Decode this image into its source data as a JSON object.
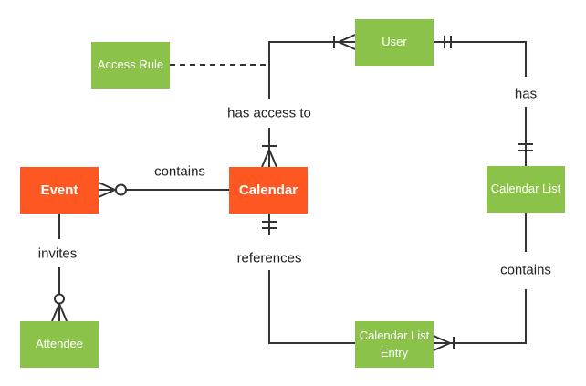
{
  "diagram": {
    "type": "entity-relationship",
    "notation": "crows-foot",
    "colors": {
      "entity_green": "#8BC34A",
      "entity_orange": "#FF5722",
      "line": "#333333",
      "label_text": "#212121",
      "background": "#ffffff"
    }
  },
  "entities": [
    {
      "id": "user",
      "label": "User",
      "color": "green"
    },
    {
      "id": "access-rule",
      "label": "Access Rule",
      "color": "green"
    },
    {
      "id": "event",
      "label": "Event",
      "color": "orange"
    },
    {
      "id": "calendar",
      "label": "Calendar",
      "color": "orange"
    },
    {
      "id": "calendar-list",
      "label": "Calendar List",
      "color": "green"
    },
    {
      "id": "calendar-list-entry",
      "label": "Calendar List Entry",
      "color": "green"
    },
    {
      "id": "attendee",
      "label": "Attendee",
      "color": "green"
    }
  ],
  "relationships": [
    {
      "label": "has access to",
      "from": "Calendar",
      "to": "User",
      "from_cardinality": "one-or-many",
      "to_cardinality": "one-or-many",
      "style": "solid"
    },
    {
      "label": "",
      "from": "Access Rule",
      "to": "has access to relationship",
      "from_cardinality": "none",
      "to_cardinality": "none",
      "style": "dashed"
    },
    {
      "label": "contains",
      "from": "Calendar",
      "to": "Event",
      "from_cardinality": "none",
      "to_cardinality": "zero-or-many",
      "style": "solid"
    },
    {
      "label": "invites",
      "from": "Event",
      "to": "Attendee",
      "from_cardinality": "none",
      "to_cardinality": "zero-or-many",
      "style": "solid"
    },
    {
      "label": "references",
      "from": "Calendar List Entry",
      "to": "Calendar",
      "from_cardinality": "none",
      "to_cardinality": "exactly-one",
      "style": "solid"
    },
    {
      "label": "contains",
      "from": "Calendar List",
      "to": "Calendar List Entry",
      "from_cardinality": "none",
      "to_cardinality": "one-or-many",
      "style": "solid"
    },
    {
      "label": "has",
      "from": "User",
      "to": "Calendar List",
      "from_cardinality": "exactly-one",
      "to_cardinality": "exactly-one",
      "style": "solid"
    }
  ]
}
